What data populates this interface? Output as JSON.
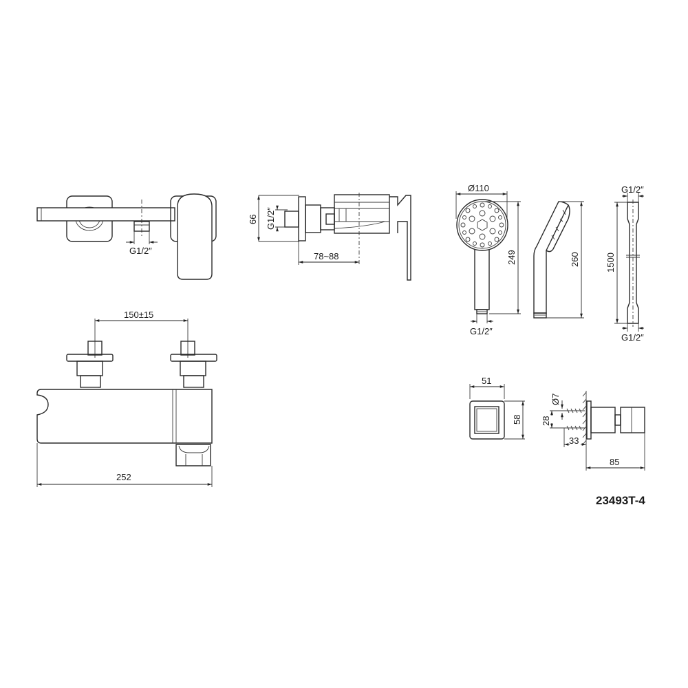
{
  "drawing": {
    "model_code": "23493T-4",
    "colors": {
      "line": "#2a2a2a",
      "background": "#ffffff"
    }
  },
  "views": {
    "mixer_top": {
      "label": "G1/2″"
    },
    "mixer_side": {
      "height_label": "66",
      "thread_label": "G1/2″",
      "depth_label": "78~88"
    },
    "mixer_front": {
      "spacing_label": "150±15",
      "width_label": "252"
    },
    "hand_shower_front": {
      "diameter_label": "Ø110",
      "length_label": "249",
      "thread_label": "G1/2″"
    },
    "hand_shower_side": {
      "length_label": "260"
    },
    "hose": {
      "top_thread_label": "G1/2″",
      "length_label": "1500",
      "bottom_thread_label": "G1/2″"
    },
    "wall_outlet_front": {
      "width_label": "51",
      "height_label": "58"
    },
    "wall_outlet_side": {
      "hole_label": "Ø7",
      "spacing_label": "28",
      "screw_label": "33",
      "depth_label": "85"
    }
  }
}
